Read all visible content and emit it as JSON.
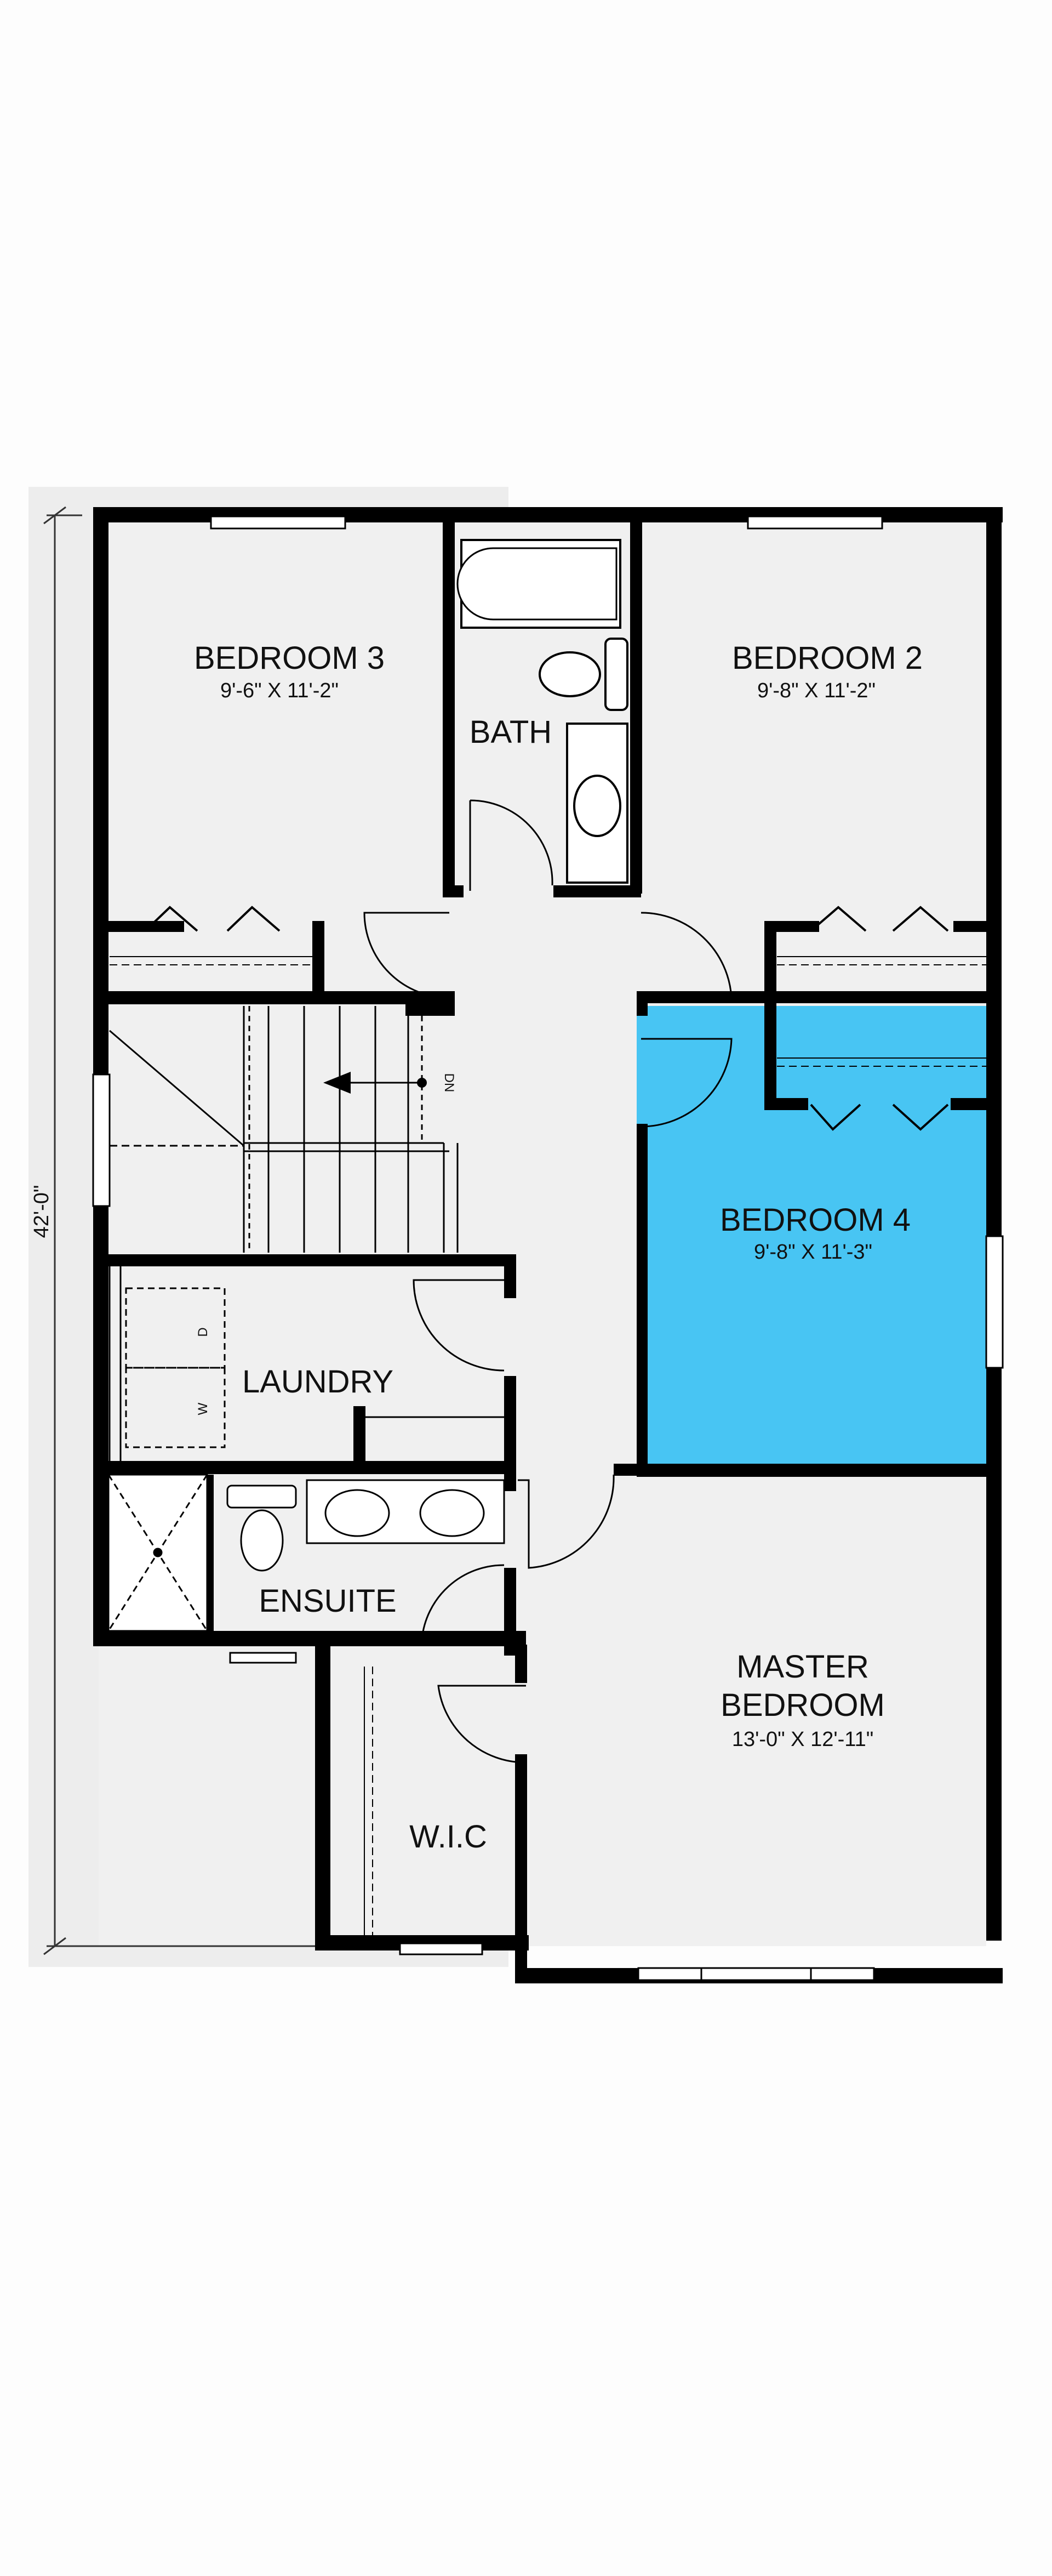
{
  "plan": {
    "overall_dimension": "42'-0\"",
    "stair_label": "DN",
    "highlight_color": "#48c5f3",
    "wall_color": "#000000",
    "floor_color": "#f0f0f0",
    "rooms": {
      "bedroom3": {
        "name": "BEDROOM 3",
        "size": "9'-6\" X 11'-2\""
      },
      "bedroom2": {
        "name": "BEDROOM 2",
        "size": "9'-8\" X 11'-2\""
      },
      "bath": {
        "name": "BATH"
      },
      "bedroom4": {
        "name": "BEDROOM 4",
        "size": "9'-8\" X 11'-3\""
      },
      "laundry": {
        "name": "LAUNDRY",
        "washer": "W",
        "dryer": "D"
      },
      "ensuite": {
        "name": "ENSUITE"
      },
      "wic": {
        "name": "W.I.C"
      },
      "master": {
        "name_line1": "MASTER",
        "name_line2": "BEDROOM",
        "size": "13'-0\" X 12'-11\""
      }
    }
  }
}
